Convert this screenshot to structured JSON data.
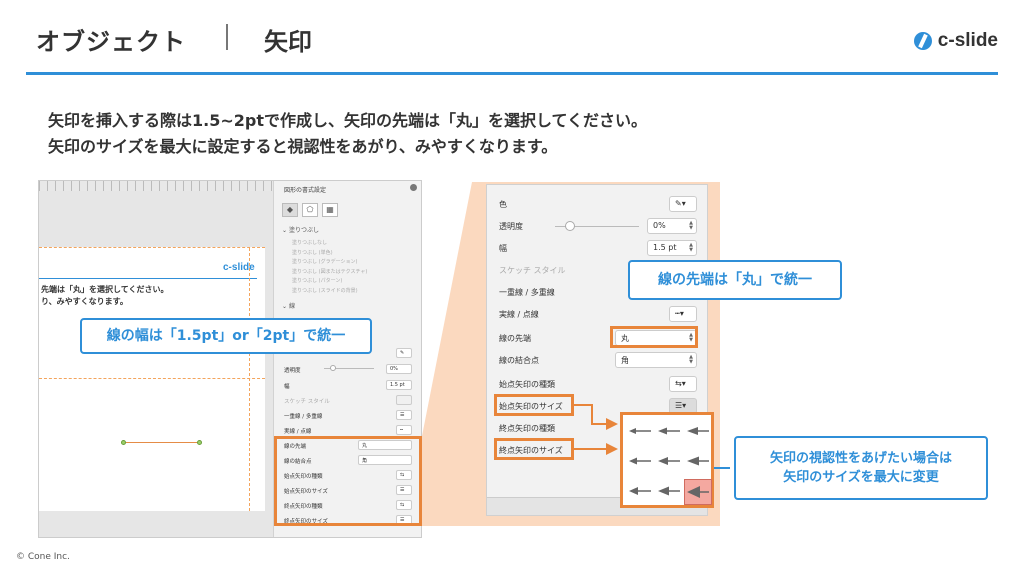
{
  "header": {
    "title": "オブジェクト",
    "subtitle": "矢印",
    "logo": "c-slide"
  },
  "intro": {
    "line1": "矢印を挿入する際は1.5~2ptで作成し、矢印の先端は「丸」を選択してください。",
    "line2": "矢印のサイズを最大に設定すると視認性をあがり、みやすくなります。"
  },
  "left_shot": {
    "slide_logo": "c-slide",
    "slide_line1": "先端は「丸」を選択してください。",
    "slide_line2": "り、みやすくなります。",
    "panel_title": "図形の書式設定",
    "section_fill": "塗りつぶし",
    "fill_options": [
      "塗りつぶしなし",
      "塗りつぶし (単色)",
      "塗りつぶし (グラデーション)",
      "塗りつぶし (図またはテクスチャ)",
      "塗りつぶし (パターン)",
      "塗りつぶし (スライドの背景)"
    ],
    "section_line": "線",
    "rows": {
      "transparency": "透明度",
      "transparency_value": "0%",
      "width": "幅",
      "width_value": "1.5 pt",
      "sketch": "スケッチ スタイル",
      "compound": "一重線 / 多重線",
      "dash": "実線 / 点線",
      "cap": "線の先端",
      "cap_value": "丸",
      "join": "線の結合点",
      "join_value": "角",
      "begin_type": "始点矢印の種類",
      "begin_size": "始点矢印のサイズ",
      "end_type": "終点矢印の種類",
      "end_size": "終点矢印のサイズ"
    },
    "callout": "線の幅は「1.5pt」or「2pt」で統一"
  },
  "zoom_panel": {
    "color": "色",
    "transparency": "透明度",
    "transparency_value": "0%",
    "width": "幅",
    "width_value": "1.5 pt",
    "sketch": "スケッチ スタイル",
    "compound": "一重線 / 多重線",
    "dash": "実線 / 点線",
    "cap": "線の先端",
    "cap_value": "丸",
    "join": "線の結合点",
    "join_value": "角",
    "begin_type": "始点矢印の種類",
    "begin_size": "始点矢印のサイズ",
    "end_type": "終点矢印の種類",
    "end_size": "終点矢印のサイズ"
  },
  "callouts": {
    "cap": "線の先端は「丸」で統一",
    "size_line1": "矢印の視認性をあげたい場合は",
    "size_line2": "矢印のサイズを最大に変更"
  },
  "footer": "© Cone Inc.",
  "colors": {
    "accent_blue": "#2f8fd8",
    "highlight_orange": "#e8853a",
    "zoom_bg": "#fbd9bf"
  }
}
